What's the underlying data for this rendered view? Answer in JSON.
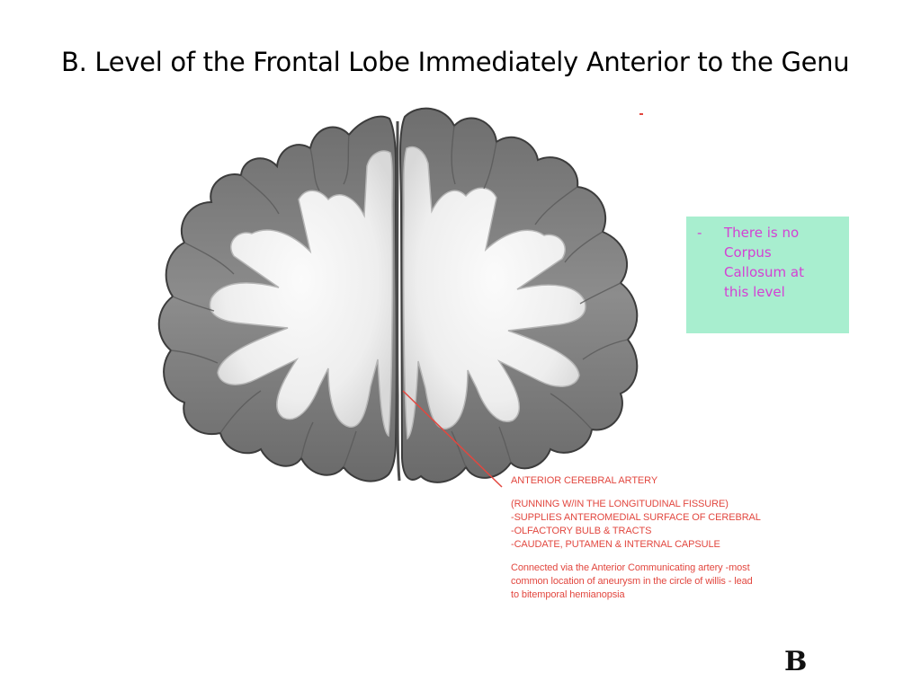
{
  "slide": {
    "title": "B. Level of the Frontal Lobe Immediately Anterior to the Genu",
    "note": {
      "bullet": "-",
      "text": "There is no Corpus Callosum at this level",
      "background": "#a8eecf",
      "text_color": "#d441d4"
    },
    "annotation": {
      "color": "#e2473f",
      "heading": "ANTERIOR CEREBRAL ARTERY",
      "lines": [
        "(RUNNING W/IN THE LONGITUDINAL FISSURE)",
        "-SUPPLIES ANTEROMEDIAL SURFACE OF CEREBRAL",
        "-OLFACTORY BULB & TRACTS",
        "-CAUDATE, PUTAMEN & INTERNAL CAPSULE"
      ],
      "footnote_lines": [
        "Connected via the Anterior Communicating artery -most",
        "common location of aneurysm in the circle of willis - lead",
        "to bitemporal hemianopsia"
      ]
    },
    "figure_letter": "B"
  }
}
